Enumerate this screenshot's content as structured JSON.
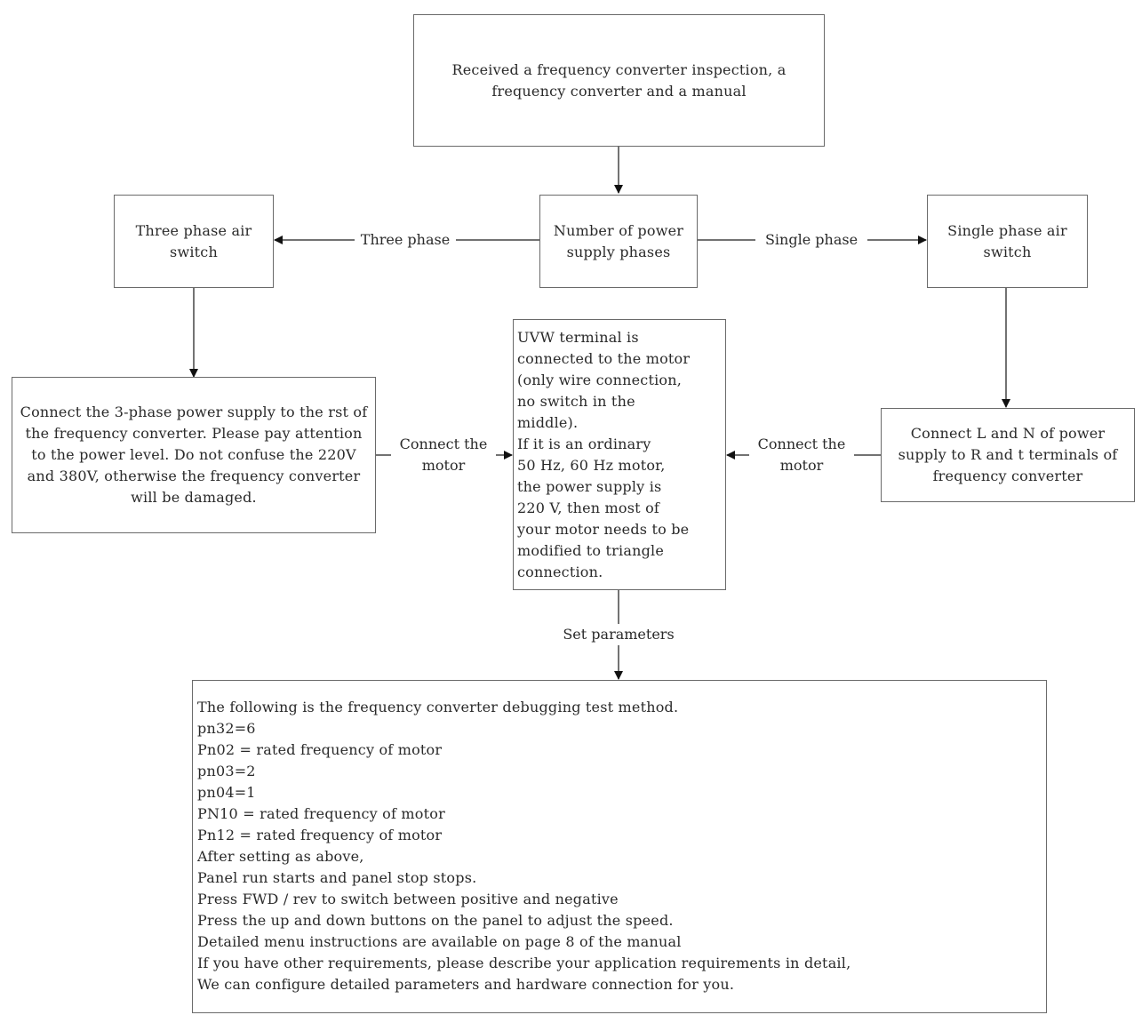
{
  "nodes": {
    "start": "Received a frequency converter inspection, a frequency converter and a manual",
    "phases": "Number of power supply phases",
    "three_phase_switch": "Three phase air switch",
    "single_phase_switch": "Single phase air switch",
    "connect_three_phase": "Connect the 3-phase power supply to the rst of the frequency converter. Please pay attention to the power level. Do not confuse the 220V and 380V, otherwise the frequency converter will be damaged.",
    "connect_single_phase": "Connect L and N of power supply to R and t terminals of frequency converter",
    "uvw_lines": [
      "UVW terminal is",
      "connected to the motor",
      "(only wire connection,",
      "no switch in the",
      "middle).",
      "If it is an ordinary",
      "50 Hz, 60 Hz motor,",
      "the power supply is",
      "220 V, then most of",
      "your motor needs to be",
      "modified to triangle",
      "connection."
    ],
    "params_lines": [
      "The following is the frequency converter debugging test method.",
      "pn32=6",
      "Pn02 = rated frequency of motor",
      "pn03=2",
      "pn04=1",
      "PN10 = rated frequency of motor",
      "Pn12 = rated frequency of motor",
      "After setting as above,",
      "Panel run starts and panel stop stops.",
      "Press FWD / rev to switch between positive and negative",
      "Press the up and down buttons on the panel to adjust the speed.",
      "Detailed menu instructions are available on page 8 of the manual",
      "If you have other requirements, please describe your application requirements in detail,",
      "We can configure detailed parameters and hardware connection for you."
    ]
  },
  "edge_labels": {
    "three_phase": "Three phase",
    "single_phase": "Single phase",
    "connect_motor_left": "Connect the motor",
    "connect_motor_right": "Connect the motor",
    "set_parameters": "Set parameters"
  }
}
